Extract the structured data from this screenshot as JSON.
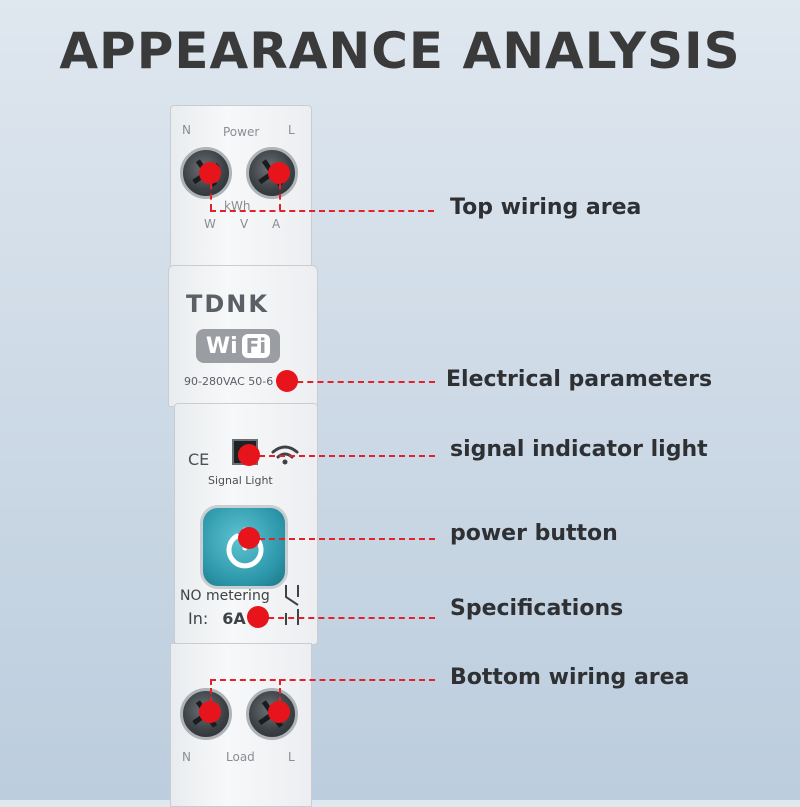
{
  "title": "APPEARANCE ANALYSIS",
  "device": {
    "top_terminal_n": "N",
    "top_terminal_l": "L",
    "top_power_label": "Power",
    "kwh_label": "kWh",
    "meter_w": "W",
    "meter_v": "V",
    "meter_a": "A",
    "brand": "TDNK",
    "wifi_badge_left": "Wi",
    "wifi_badge_right": "Fi",
    "voltage_text": "90-280VAC 50-6",
    "ce_mark": "CE",
    "signal_light_label": "Signal Light",
    "metering_label": "NO metering",
    "rating_prefix": "In:",
    "rating_value": "6A",
    "bottom_terminal_n": "N",
    "bottom_terminal_l": "L",
    "bottom_load_label": "Load"
  },
  "callouts": [
    {
      "label": "Top wiring area"
    },
    {
      "label": "Electrical parameters"
    },
    {
      "label": "signal indicator light"
    },
    {
      "label": "power button"
    },
    {
      "label": "Specifications"
    },
    {
      "label": "Bottom wiring area"
    }
  ],
  "colors": {
    "accent_red": "#e8141c",
    "button_teal": "#2d98ab",
    "title_gray": "#3a3a3a"
  }
}
